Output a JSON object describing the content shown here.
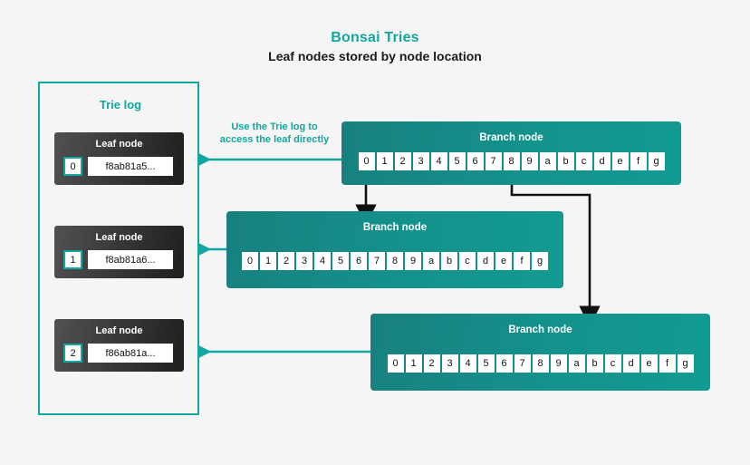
{
  "header": {
    "title": "Bonsai Tries",
    "subtitle": "Leaf nodes stored by node location"
  },
  "colors": {
    "accent_teal": "#12a6a0",
    "branch_teal": "#14928c",
    "leaf_dark": "#3a3a3a",
    "arrow_black": "#111111",
    "background": "#f5f5f5",
    "cell_white": "#ffffff"
  },
  "trie_log": {
    "title": "Trie log",
    "leaf_title": "Leaf node",
    "leaves": [
      {
        "index": "0",
        "hash": "f8ab81a5..."
      },
      {
        "index": "1",
        "hash": "f8ab81a6..."
      },
      {
        "index": "2",
        "hash": "f86ab81a..."
      }
    ]
  },
  "annotation": {
    "line1": "Use the Trie log to",
    "line2": "access the leaf directly"
  },
  "branch_nodes": [
    {
      "title": "Branch node",
      "cells": [
        "0",
        "1",
        "2",
        "3",
        "4",
        "5",
        "6",
        "7",
        "8",
        "9",
        "a",
        "b",
        "c",
        "d",
        "e",
        "f",
        "g"
      ]
    },
    {
      "title": "Branch node",
      "cells": [
        "0",
        "1",
        "2",
        "3",
        "4",
        "5",
        "6",
        "7",
        "8",
        "9",
        "a",
        "b",
        "c",
        "d",
        "e",
        "f",
        "g"
      ]
    },
    {
      "title": "Branch node",
      "cells": [
        "0",
        "1",
        "2",
        "3",
        "4",
        "5",
        "6",
        "7",
        "8",
        "9",
        "a",
        "b",
        "c",
        "d",
        "e",
        "f",
        "g"
      ]
    }
  ]
}
